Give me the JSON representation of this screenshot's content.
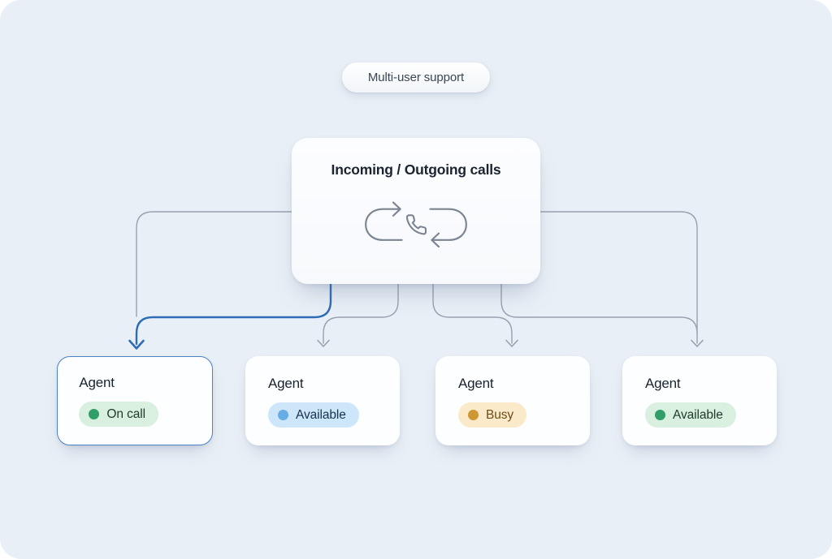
{
  "badge": {
    "label": "Multi-user support"
  },
  "hub": {
    "title": "Incoming / Outgoing calls",
    "icon": "call-cycle-with-phone"
  },
  "agents": [
    {
      "title": "Agent",
      "status": "On call",
      "highlighted": true,
      "badge_bg": "#d9efdf",
      "dot_color": "#2f9e68",
      "text_color": "#1d3a2a"
    },
    {
      "title": "Agent",
      "status": "Available",
      "highlighted": false,
      "badge_bg": "#cde6f9",
      "dot_color": "#67ace4",
      "text_color": "#17324e"
    },
    {
      "title": "Agent",
      "status": "Busy",
      "highlighted": false,
      "badge_bg": "#faeaca",
      "dot_color": "#cf9733",
      "text_color": "#6d4e16"
    },
    {
      "title": "Agent",
      "status": "Available",
      "highlighted": false,
      "badge_bg": "#d9efdf",
      "dot_color": "#2f9e68",
      "text_color": "#1d3a2a"
    }
  ],
  "colors": {
    "canvas_bg": "#e9eff6",
    "connector": "#97a1af",
    "connector_active": "#2e6cb5",
    "highlight_border": "#4b82c2",
    "icon_stroke": "#7b8491",
    "title_text": "#1b2430",
    "pill_text": "#3d4654"
  }
}
